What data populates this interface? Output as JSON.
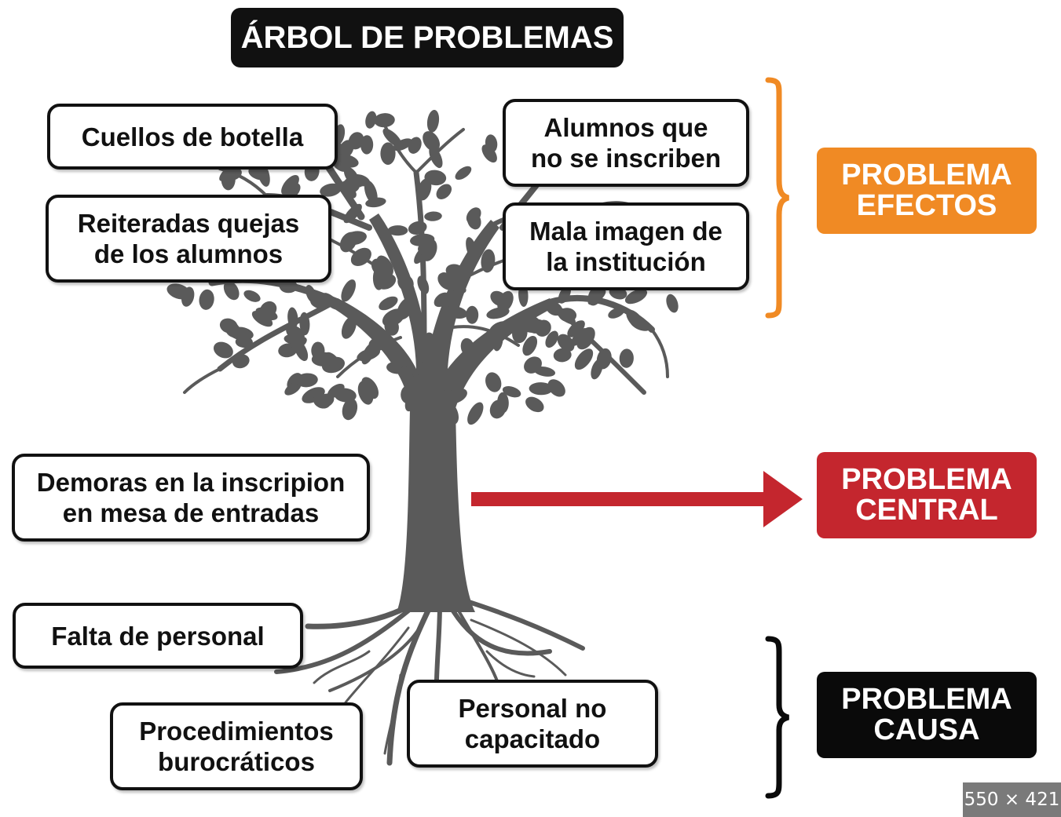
{
  "title": "ÁRBOL DE PROBLEMAS",
  "effects": [
    {
      "text": "Cuellos de botella"
    },
    {
      "text": "Reiteradas quejas\nde los alumnos"
    },
    {
      "text": "Alumnos que\nno se inscriben"
    },
    {
      "text": "Mala imagen de\nla institución"
    }
  ],
  "central": {
    "text": "Demoras en la inscripion\nen mesa de entradas"
  },
  "causes": [
    {
      "text": "Falta de personal"
    },
    {
      "text": "Procedimientos\nburocráticos"
    },
    {
      "text": "Personal no\ncapacitado"
    }
  ],
  "labels": {
    "effects": "PROBLEMA\nEFECTOS",
    "central": "PROBLEMA\nCENTRAL",
    "cause": "PROBLEMA\nCAUSA"
  },
  "colors": {
    "effects": "#F08A24",
    "central": "#C4262E",
    "cause": "#0A0A0A",
    "tree": "#5A5A5A",
    "arrow": "#C4262E"
  },
  "image_size_badge": "550 × 421"
}
